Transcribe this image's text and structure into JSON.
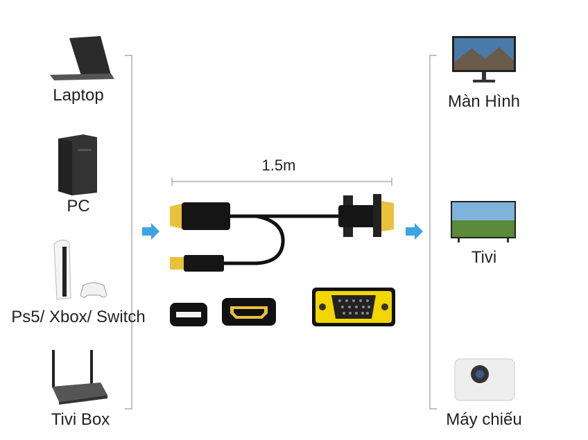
{
  "sources": [
    {
      "label": "Laptop",
      "icon": "laptop-icon"
    },
    {
      "label": "PC",
      "icon": "pc-tower-icon"
    },
    {
      "label": "Ps5/ Xbox/ Switch",
      "icon": "game-console-icon"
    },
    {
      "label": "Tivi Box",
      "icon": "tv-box-icon"
    }
  ],
  "outputs": [
    {
      "label": "Màn Hình",
      "icon": "monitor-icon"
    },
    {
      "label": "Tivi",
      "icon": "tv-icon"
    },
    {
      "label": "Máy chiếu",
      "icon": "projector-icon"
    }
  ],
  "cable": {
    "length_label": "1.5m"
  },
  "colors": {
    "arrow": "#3da4e0",
    "gold": "#e9c13a",
    "vga_yellow": "#f2d600"
  }
}
